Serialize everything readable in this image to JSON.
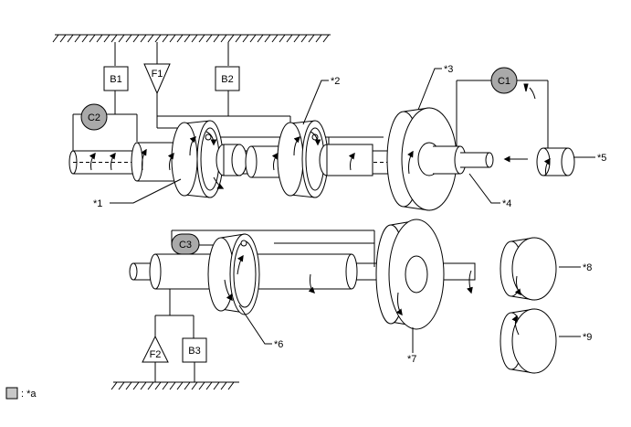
{
  "diagram": {
    "brakes": {
      "b1": "B1",
      "b2": "B2",
      "b3": "B3"
    },
    "one_way_clutches": {
      "f1": "F1",
      "f2": "F2"
    },
    "clutches": {
      "c1": "C1",
      "c2": "C2",
      "c3": "C3"
    },
    "callouts": {
      "c_1": "*1",
      "c_2": "*2",
      "c_3": "*3",
      "c_4": "*4",
      "c_5": "*5",
      "c_6": "*6",
      "c_7": "*7",
      "c_8": "*8",
      "c_9": "*9"
    },
    "legend": {
      "text": ": *a",
      "swatch_color": "#c8c8c8"
    },
    "colors": {
      "clutch_fill": "#a9a9a9",
      "line": "#000000",
      "background": "#ffffff"
    }
  }
}
